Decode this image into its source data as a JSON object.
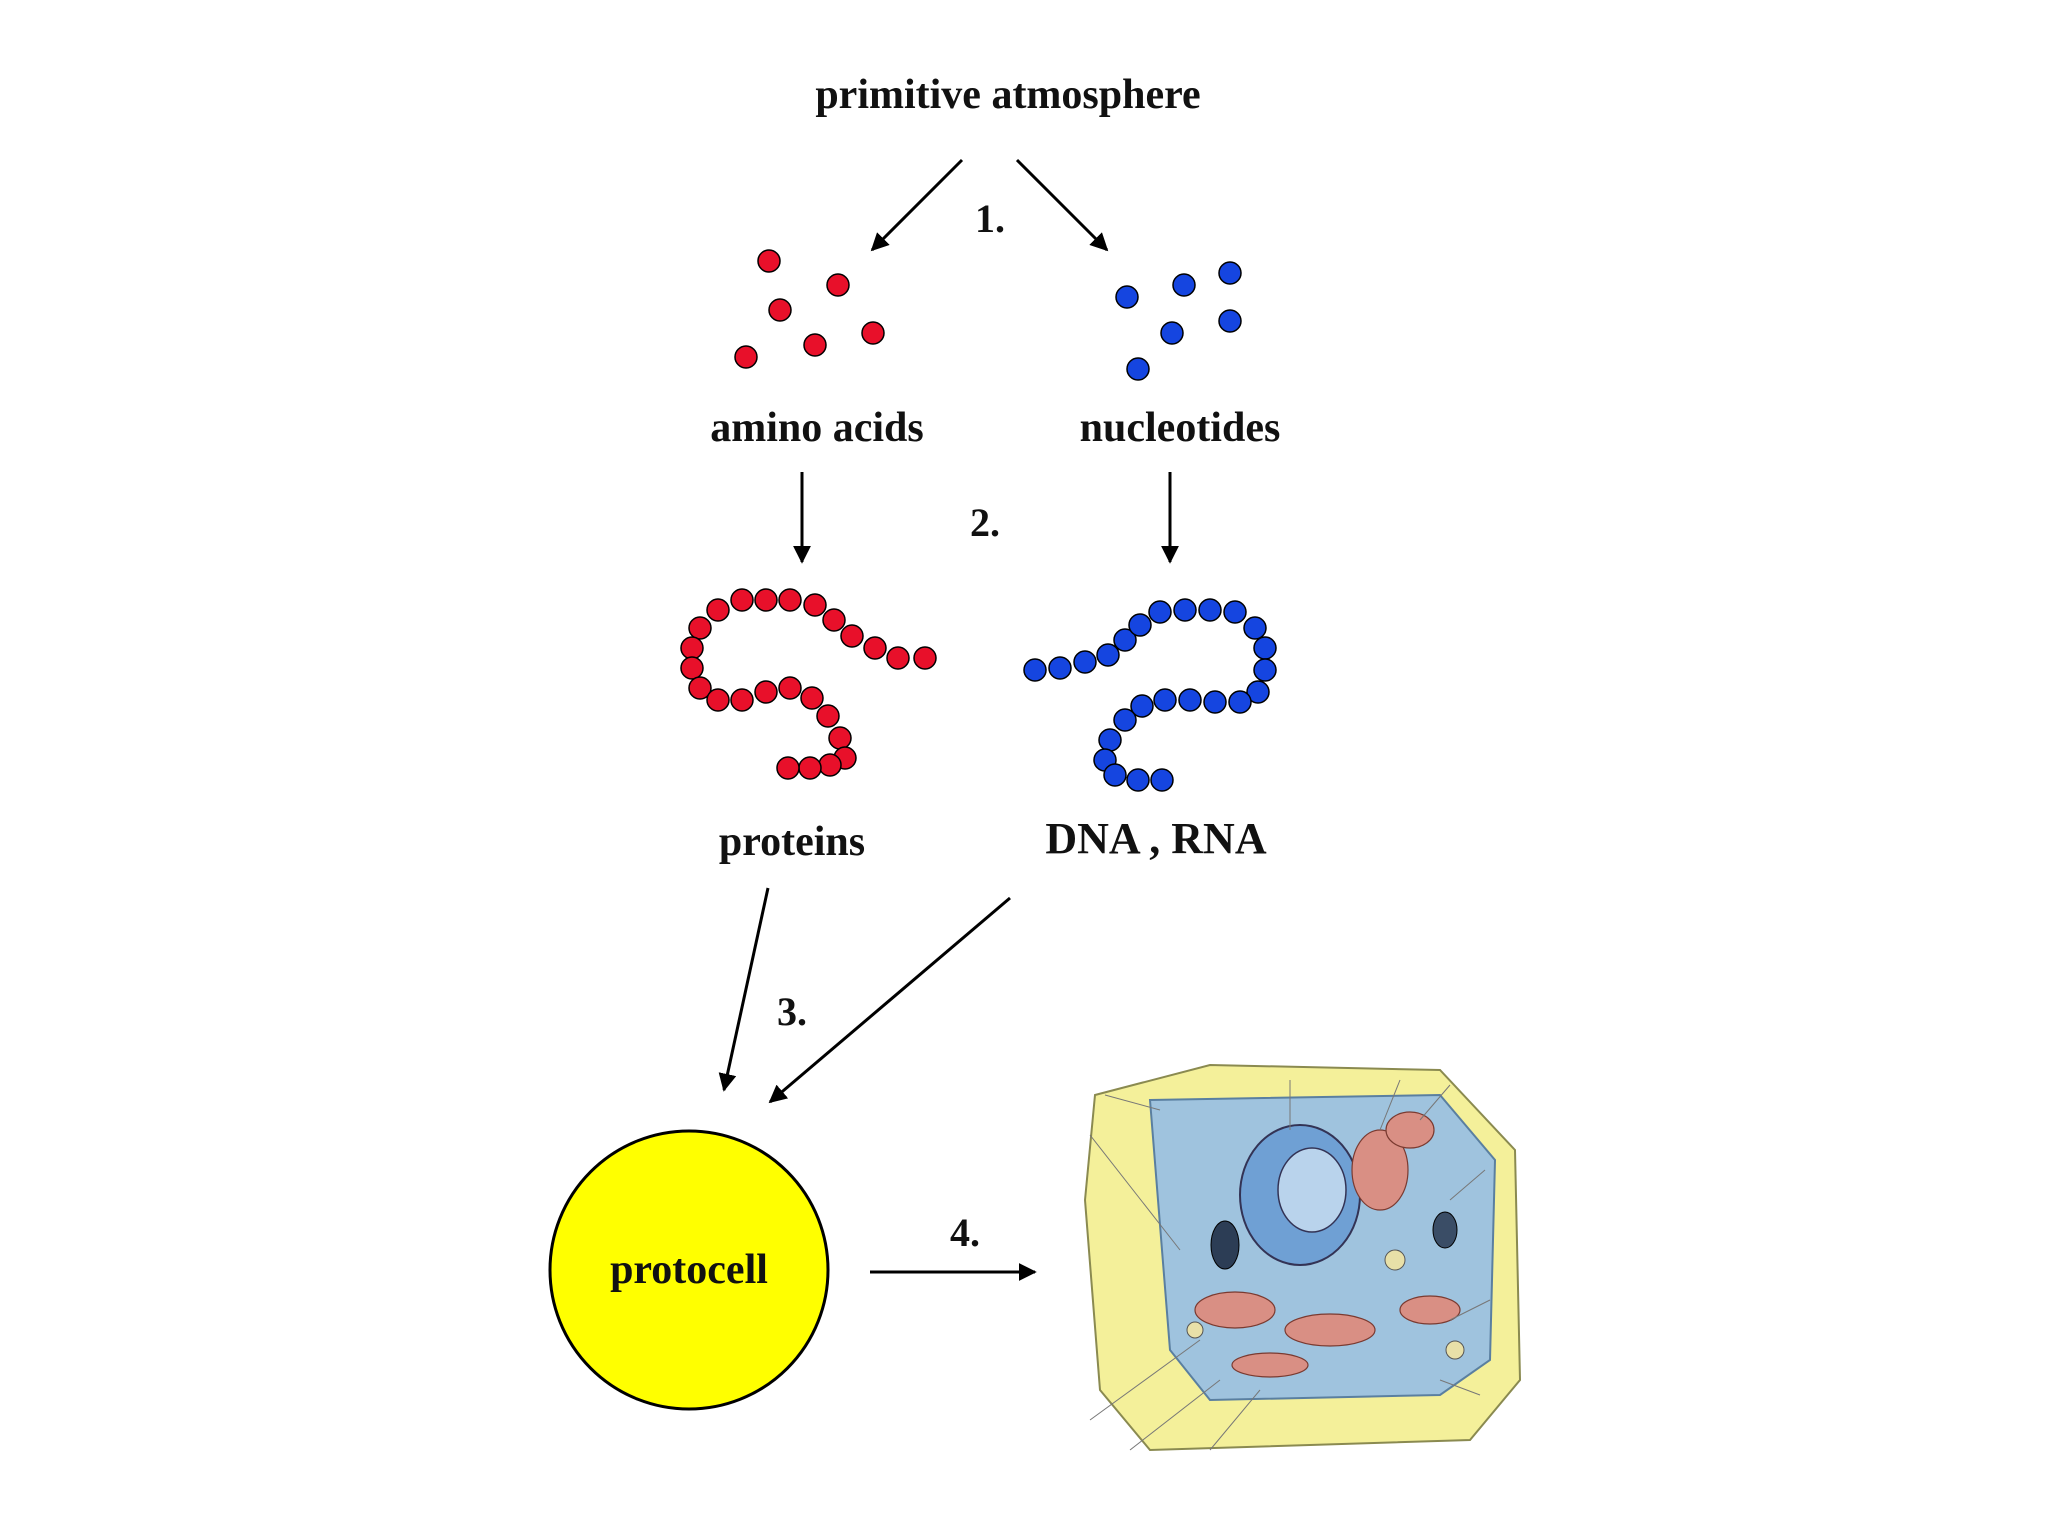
{
  "labels": {
    "top": "primitive atmosphere",
    "amino": "amino acids",
    "nucleo": "nucleotides",
    "proteins": "proteins",
    "dna_rna": "DNA , RNA",
    "protocell": "protocell"
  },
  "steps": [
    "1.",
    "2.",
    "3.",
    "4."
  ],
  "colors": {
    "amino": "#e8102a",
    "nucleo": "#1545e0",
    "protocell": "#ffff00",
    "cell_outer": "#f4f09a",
    "cell_cyto": "#9fc3de",
    "cell_er": "#d98f84",
    "cell_nucleus": "#6fa0d4"
  },
  "icons": {
    "amino_acids": "red-dots-icon",
    "nucleotides": "blue-dots-icon",
    "protein_chain": "red-bead-chain-icon",
    "nucleic_chain": "blue-bead-chain-icon",
    "eukaryotic_cell": "cell-cross-section-illustration"
  }
}
